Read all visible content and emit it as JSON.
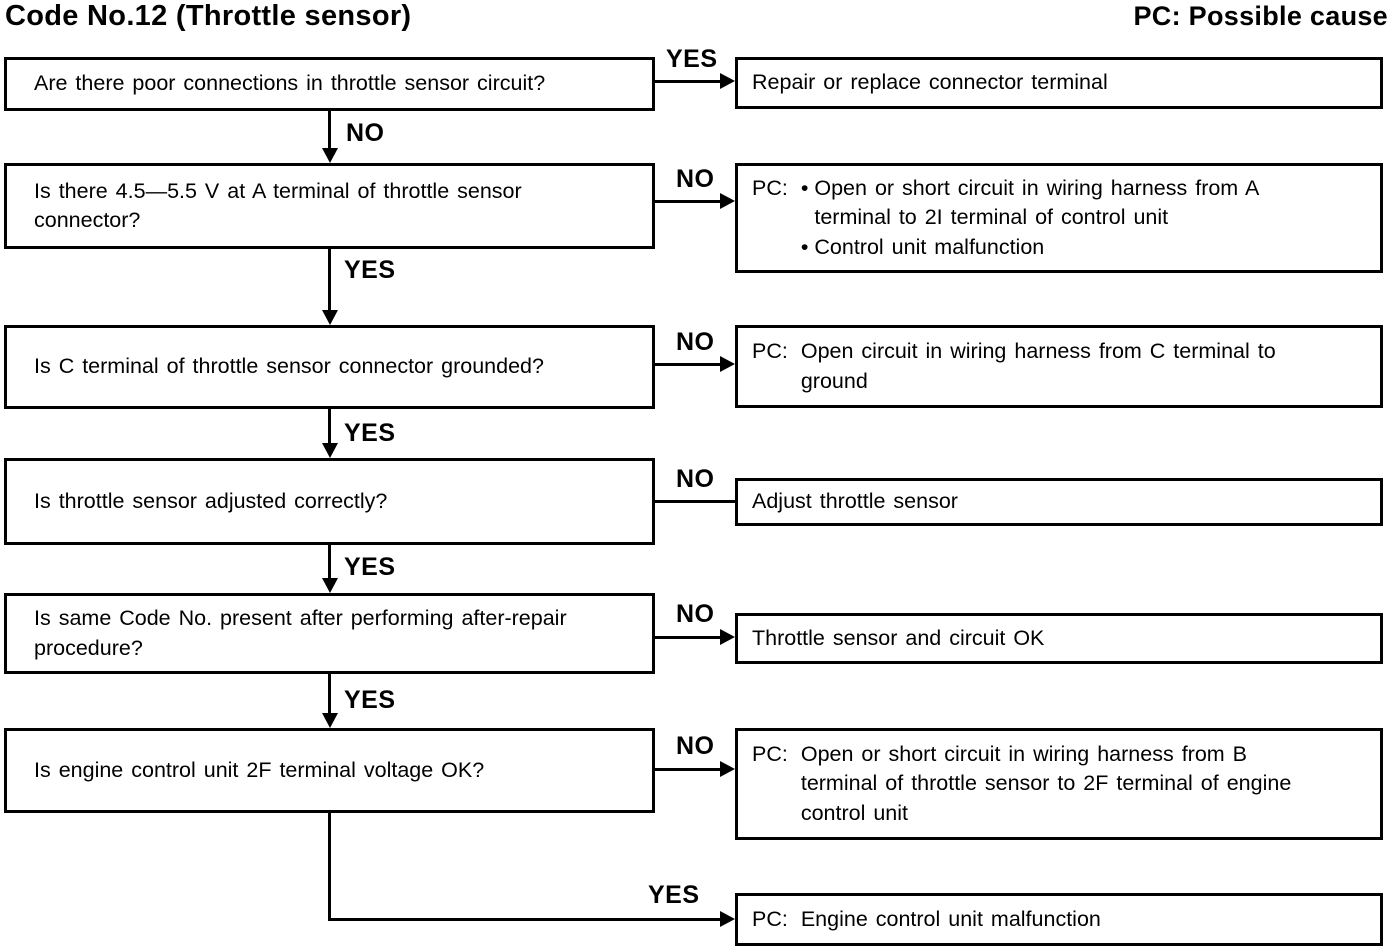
{
  "header": {
    "title": "Code No.12 (Throttle sensor)",
    "legend": "PC: Possible cause"
  },
  "labels": {
    "yes": "YES",
    "no": "NO"
  },
  "icons": {
    "bullet": "•"
  },
  "questions": {
    "q1": {
      "text": "Are there poor connections in throttle sensor circuit?"
    },
    "q2": {
      "text": "Is there 4.5—5.5 V at A terminal of throttle sensor connector?"
    },
    "q3": {
      "text": "Is C terminal of throttle sensor connector grounded?"
    },
    "q4": {
      "text": "Is throttle sensor adjusted correctly?"
    },
    "q5": {
      "text": "Is same Code No. present after performing after-repair procedure?"
    },
    "q6": {
      "text": "Is engine control unit 2F terminal voltage OK?"
    }
  },
  "results": {
    "r1": {
      "text": "Repair or replace connector terminal"
    },
    "r2": {
      "prefix": "PC:",
      "bullets": [
        "Open or short circuit in wiring harness from A terminal to 2I terminal of control unit",
        "Control unit malfunction"
      ]
    },
    "r3": {
      "prefix": "PC:",
      "text": "Open circuit in wiring harness from C terminal to ground"
    },
    "r4": {
      "text": "Adjust throttle sensor"
    },
    "r5": {
      "text": "Throttle sensor and circuit OK"
    },
    "r6": {
      "prefix": "PC:",
      "text": "Open or short circuit in wiring harness from B terminal of throttle sensor to 2F terminal of engine control unit"
    },
    "r7": {
      "prefix": "PC:",
      "text": "Engine control unit malfunction"
    }
  }
}
